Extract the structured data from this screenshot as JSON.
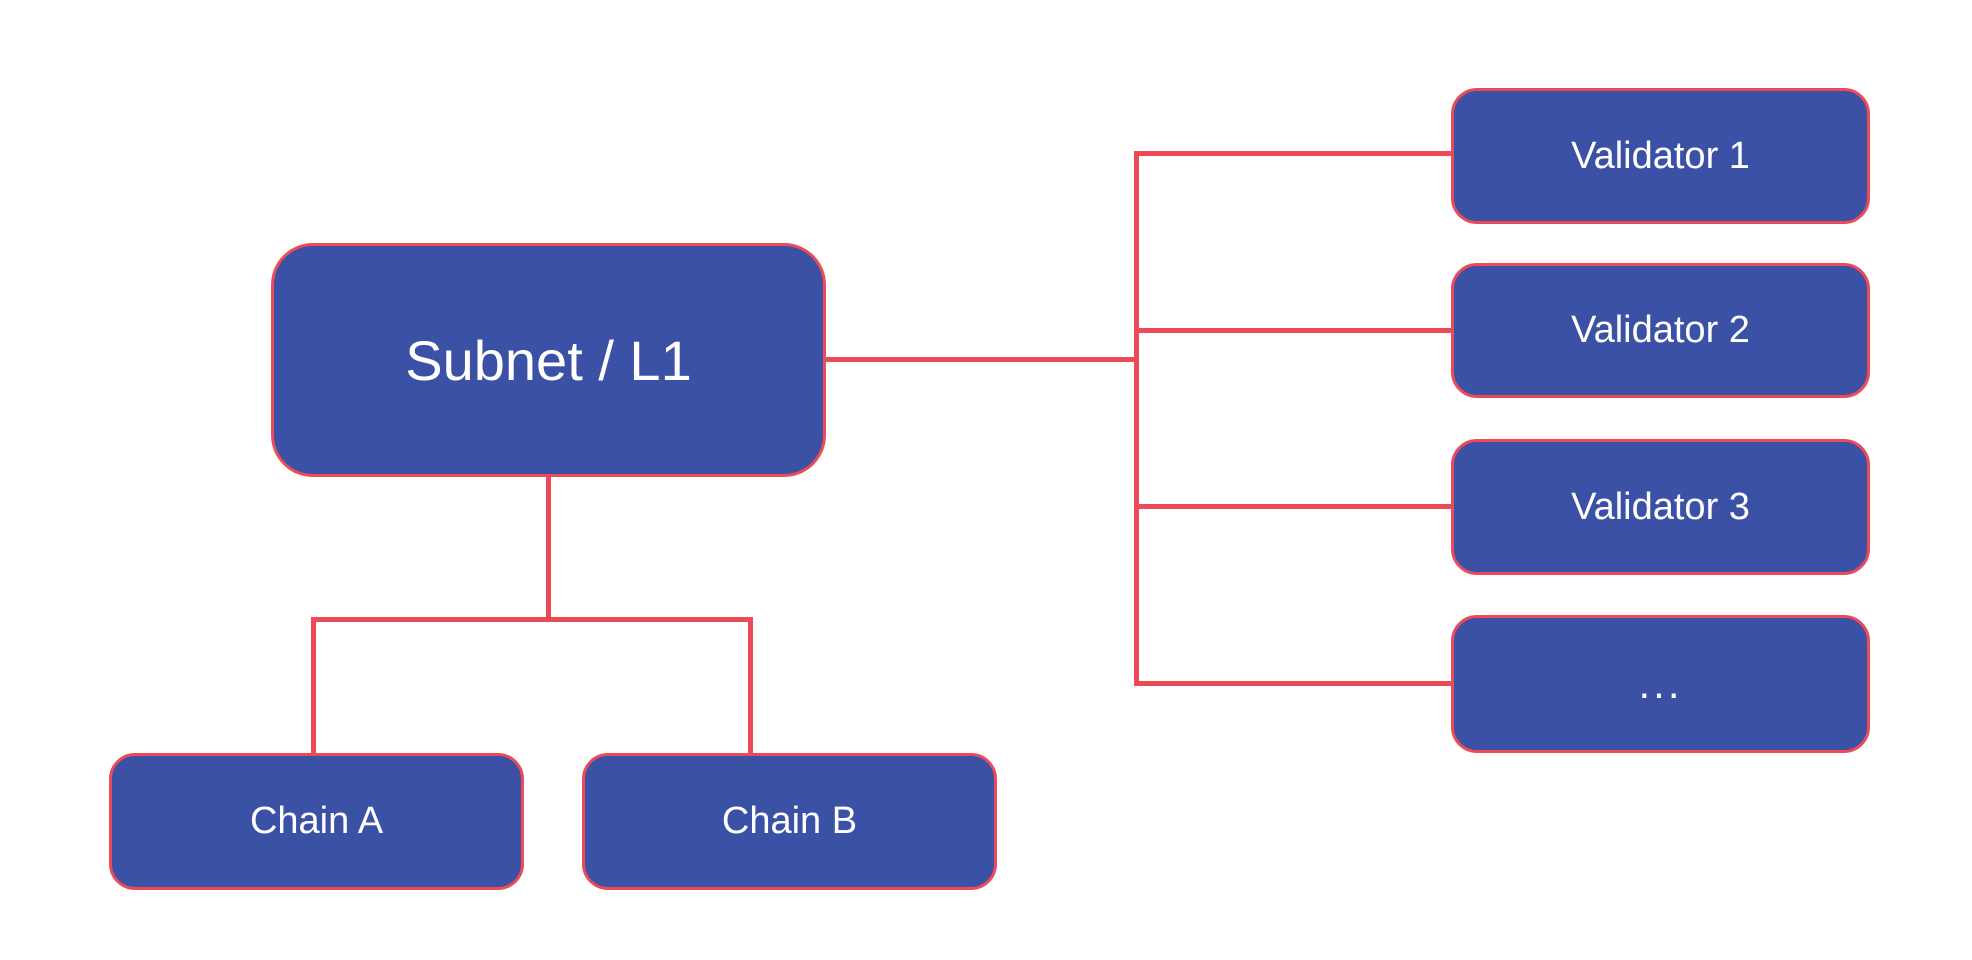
{
  "diagram": {
    "nodes": {
      "subnet": {
        "label": "Subnet / L1"
      },
      "chain_a": {
        "label": "Chain A"
      },
      "chain_b": {
        "label": "Chain B"
      },
      "validator_1": {
        "label": "Validator 1"
      },
      "validator_2": {
        "label": "Validator 2"
      },
      "validator_3": {
        "label": "Validator 3"
      },
      "validator_more": {
        "label": "..."
      }
    },
    "colors": {
      "background": "#FFFFFF",
      "node_fill": "#3B51A5",
      "node_border": "#EC4A56",
      "connector": "#EC4A56",
      "label_text": "#FFFFFF"
    }
  }
}
